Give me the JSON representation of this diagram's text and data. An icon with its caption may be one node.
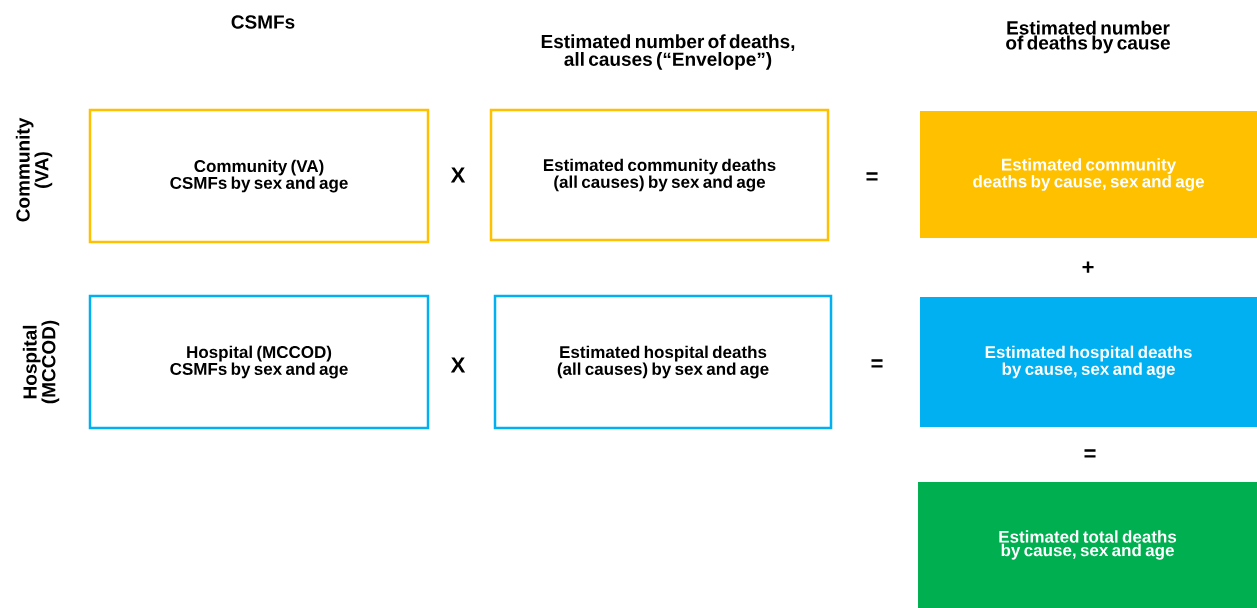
{
  "diagram": {
    "nodes": [
      {
        "text": [
          "Community (VA) CSMFs by sex and age"
        ]
      },
      {
        "text": [
          "Estimated community deaths (all causes) by sex and age"
        ]
      },
      {
        "text": [
          "Estimated community deaths by cause, sex and age"
        ]
      },
      {
        "text": [
          "Hospital (MCCOD) CSMFs by sex and age"
        ]
      },
      {
        "text": [
          "Estimated hospital deaths (all causes) by sex and age"
        ]
      },
      {
        "text": [
          "Estimated hospital deaths by cause, sex and age"
        ]
      },
      {
        "text": [
          "Estimated total deaths by cause, sex and age"
        ]
      }
    ],
    "labels": [
      "CSMFs",
      "Estimated number of deaths, all causes (“Envelope”)",
      "Estimated number of deaths by cause",
      "Community (VA)",
      "X",
      "=",
      "+",
      "Hospital (MCCOD)",
      "X",
      "=",
      "="
    ]
  }
}
